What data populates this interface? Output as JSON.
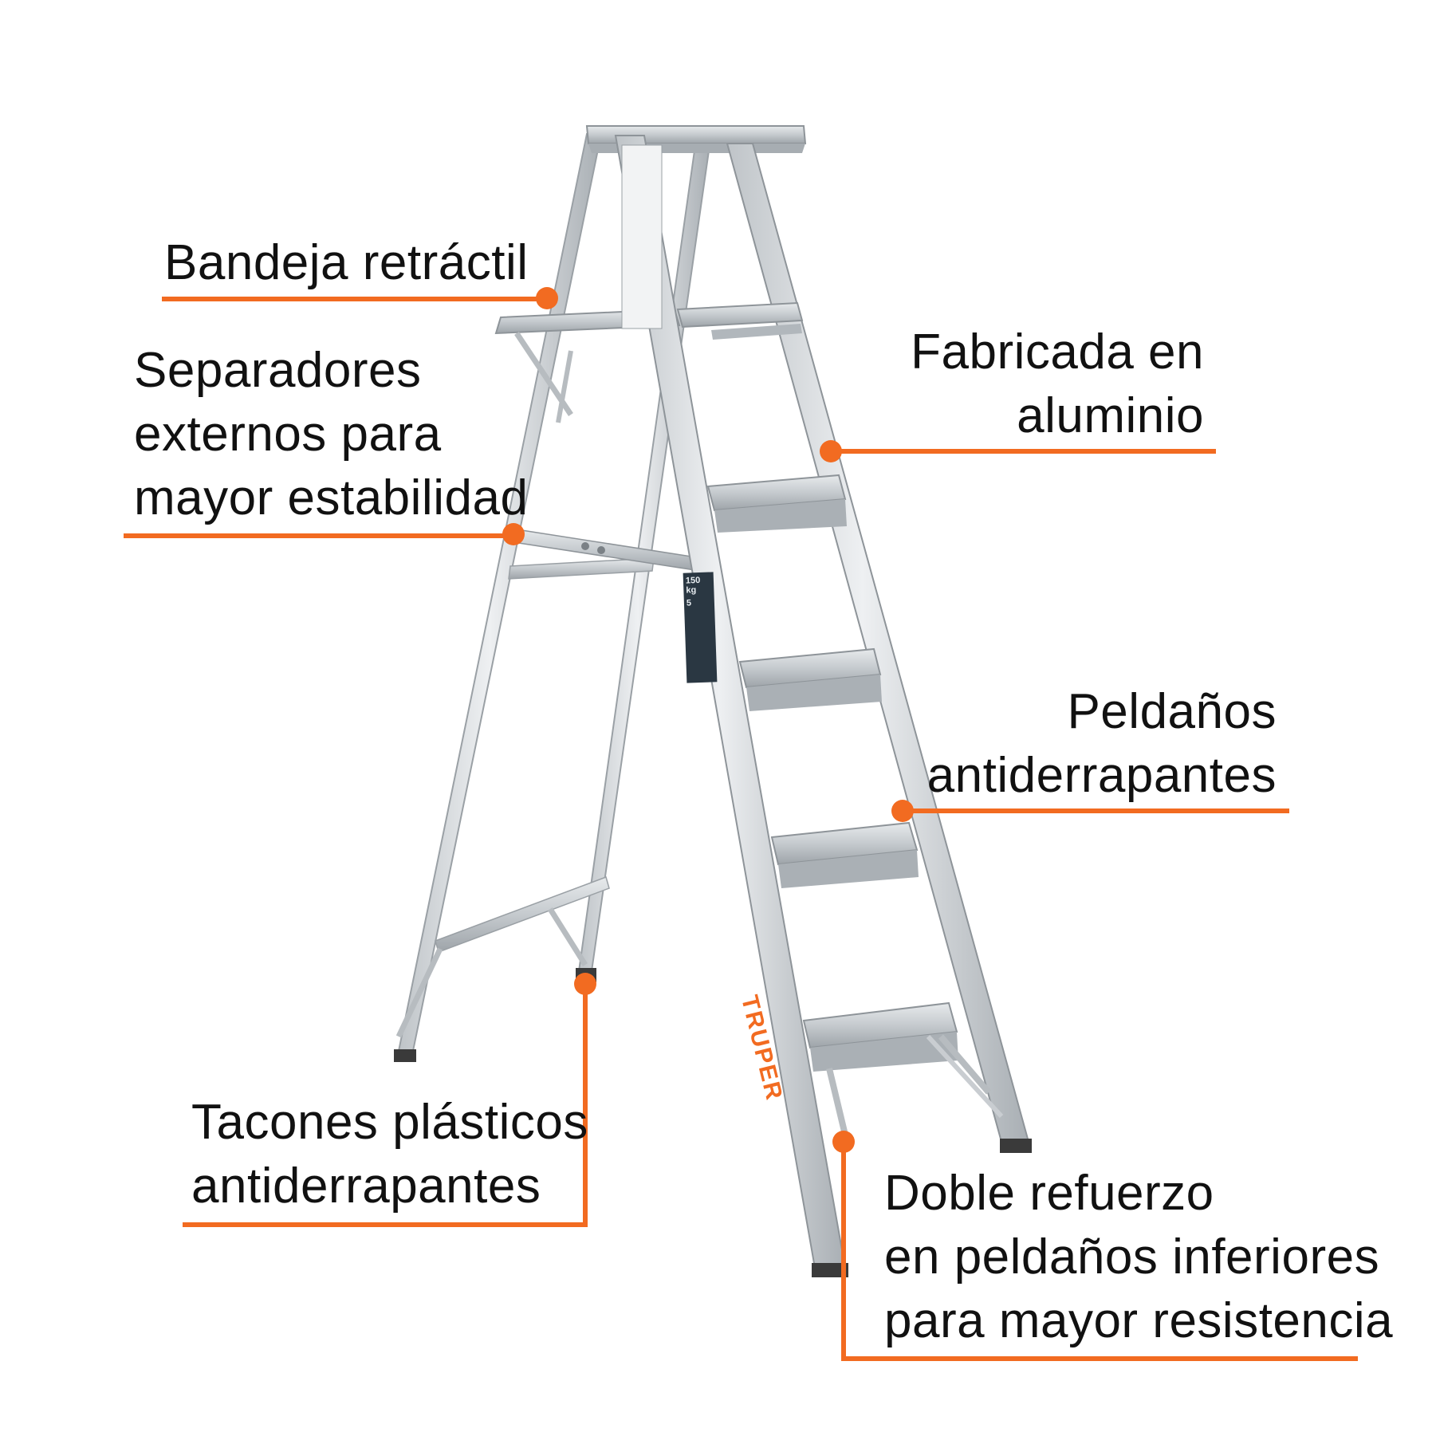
{
  "accent_color": "#f26b21",
  "frame_color": "#c9cdd1",
  "callouts": [
    {
      "id": "bandeja",
      "lines": [
        "Bandeja retráctil"
      ]
    },
    {
      "id": "separadores",
      "lines": [
        "Separadores",
        "externos para",
        "mayor estabilidad"
      ]
    },
    {
      "id": "tacones",
      "lines": [
        "Tacones plásticos",
        "antiderrapantes"
      ]
    },
    {
      "id": "fabricada",
      "lines": [
        "Fabricada en",
        "aluminio"
      ]
    },
    {
      "id": "peldanos",
      "lines": [
        "Peldaños",
        "antiderrapantes"
      ]
    },
    {
      "id": "doble",
      "lines": [
        "Doble refuerzo",
        "en peldaños inferiores",
        "para mayor resistencia"
      ]
    }
  ],
  "ladder": {
    "brand": "TRUPER",
    "load_label": "150 kg",
    "step_count_label": "5"
  }
}
